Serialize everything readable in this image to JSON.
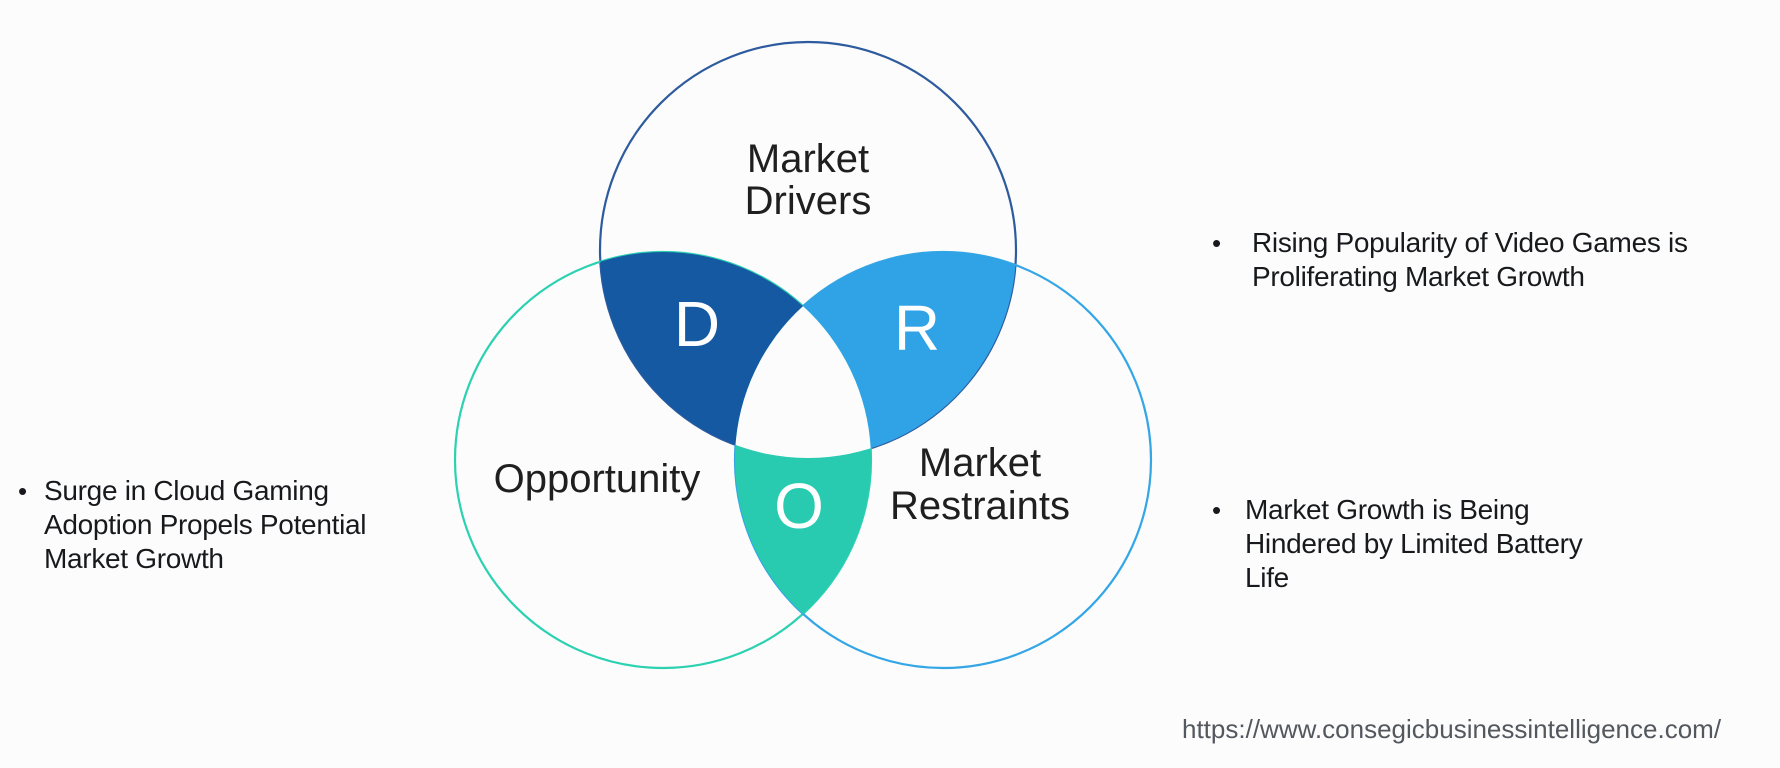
{
  "background": "#FCFCFC",
  "venn": {
    "drivers": {
      "name": "Market Drivers",
      "label_line1": "Market",
      "label_line2": "Drivers",
      "letter": "D",
      "outline_color": "#2D5B9E",
      "overlap_fill": "#1659A3"
    },
    "opportunity": {
      "name": "Opportunity",
      "label_line1": "Opportunity",
      "letter": "O",
      "outline_color": "#2CD1B2",
      "overlap_fill": "#28CBAF"
    },
    "restraints": {
      "name": "Market Restraints",
      "label_line1": "Market",
      "label_line2": "Restraints",
      "letter": "R",
      "outline_color": "#34A6E6",
      "overlap_fill": "#2FA3E6"
    },
    "center_fill": "#FCFCFC",
    "letter_color": "#FFFFFF",
    "label_color": "#1F1F1F"
  },
  "annotations": {
    "left_bullet": {
      "marker": "•",
      "line1": "Surge in Cloud Gaming",
      "line2": "Adoption Propels Potential",
      "line3": "Market Growth"
    },
    "right_bullet_top": {
      "marker": "•",
      "line1": "Rising Popularity of Video Games is",
      "line2": "Proliferating Market Growth"
    },
    "right_bullet_bottom": {
      "marker": "•",
      "line1": "Market Growth is Being",
      "line2": "Hindered by Limited Battery",
      "line3": "Life"
    },
    "text_color": "#17191C"
  },
  "footer": {
    "url": "https://www.consegicbusinessintelligence.com/",
    "color": "#53575E"
  }
}
